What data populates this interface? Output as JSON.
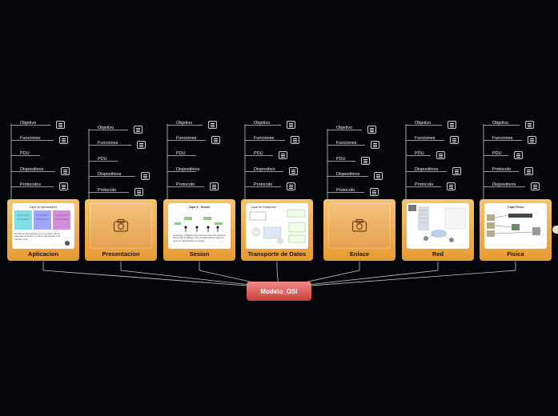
{
  "root": {
    "label": "Modelo_OSI"
  },
  "layers": [
    {
      "label": "Aplicacion",
      "thumb": "image",
      "image_title": "Capa de aplicaciones",
      "image_caption": "El nivel de las interfaces con el usuario. Es la capa que el usuario ve. Es lo que agrupa a los clientes y los",
      "items": [
        "Objetivo",
        "Funciones",
        "PDU",
        "Dispositivos",
        "Protocolos"
      ]
    },
    {
      "label": "Presentacion",
      "thumb": "camera-icon",
      "items": [
        "Objetivo",
        "Funciones",
        "PDU",
        "Dispositivos",
        "Protocolo"
      ]
    },
    {
      "label": "Sesion",
      "thumb": "image",
      "image_title": "Capa 5 - Sesión",
      "image_caption": "Gestiona y establece las sesiones entre dos equipos. Sincroniza el diálogo entre los dispositivos para ver cómo se intercambian los datos.",
      "items": [
        "Objetivo",
        "Funciones",
        "PDU",
        "Dispositivos",
        "Protocolo"
      ]
    },
    {
      "label": "Transporte de Datos",
      "thumb": "image",
      "image_title": "Capa de Transporte",
      "image_caption": "",
      "items": [
        "Objetivo",
        "Funciones",
        "PDU",
        "Dispositivo",
        "Protocolo"
      ]
    },
    {
      "label": "Enlace",
      "thumb": "camera-icon",
      "items": [
        "Objetivo",
        "Funciones",
        "PDU",
        "Dispositivos",
        "Protocolo"
      ]
    },
    {
      "label": "Red",
      "thumb": "image",
      "image_title": "",
      "image_caption": "",
      "items": [
        "Objetivo",
        "Funciones",
        "PDU",
        "Dispositivos",
        "Protocolo"
      ]
    },
    {
      "label": "Fisica",
      "thumb": "image",
      "image_title": "Capa Física",
      "image_caption": "",
      "items": [
        "Objetivo",
        "Funciones",
        "PDU",
        "Protocolo",
        "Dispositivos"
      ]
    }
  ],
  "colors": {
    "background": "#05070b",
    "card": "#f0b050",
    "root": "#d9534f",
    "connector": "#c8c8c8"
  },
  "icons": {
    "note": "note-icon",
    "camera": "camera-icon"
  }
}
